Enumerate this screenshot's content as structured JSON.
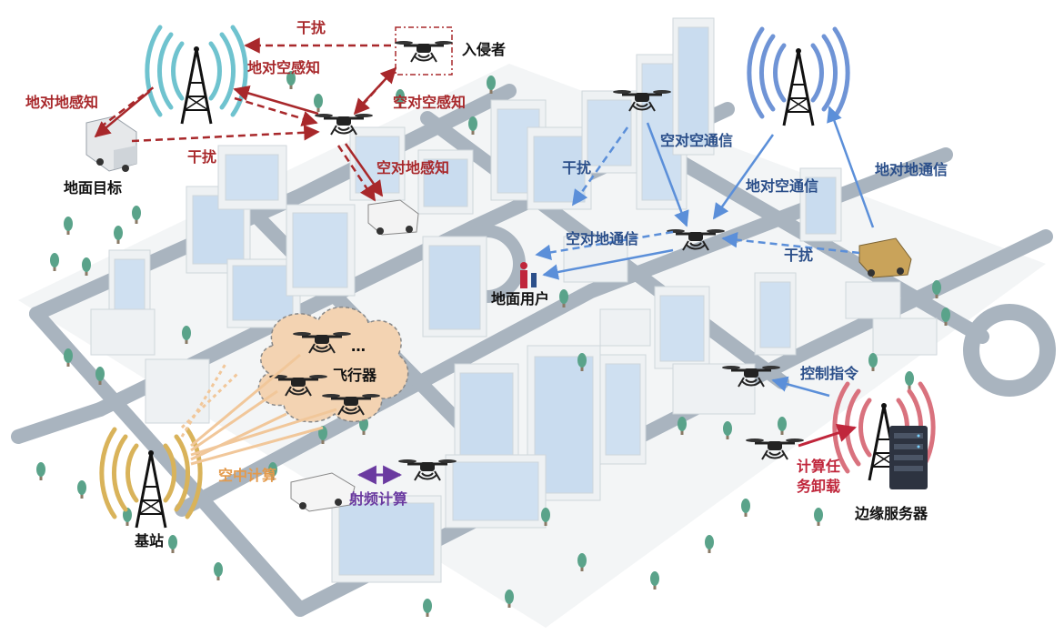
{
  "labels": {
    "interference_top": "干扰",
    "intruder": "入侵者",
    "ground_to_ground_sensing": "地对地感知",
    "air_to_ground_sensing_top": "地对空感知",
    "air_to_air_sensing": "空对空感知",
    "interference_left": "干扰",
    "ground_target": "地面目标",
    "air_to_ground_sensing": "空对地感知",
    "air_to_air_comm": "空对空通信",
    "interference_mid": "干扰",
    "ground_to_air_comm": "地对空通信",
    "ground_to_ground_comm": "地对地通信",
    "air_to_ground_comm": "空对地通信",
    "interference_right": "干扰",
    "ground_user": "地面用户",
    "ellipsis": "…",
    "aircraft": "飞行器",
    "control_command": "控制指令",
    "air_computing": "空中计算",
    "rf_computing": "射频计算",
    "base_station": "基站",
    "task_offload_line1": "计算任",
    "task_offload_line2": "务卸载",
    "edge_server": "边缘服务器"
  },
  "colors": {
    "sensing_red": "#a8282b",
    "comm_blue": "#5b8fd9",
    "label_blue": "#2b4f8a",
    "air_compute_orange": "#e39a4c",
    "rf_purple": "#6a3aa0",
    "offload_pink": "#c0263b",
    "tower_teal": "#6fc3cf",
    "tower_blue": "#6f94d6",
    "tower_gold": "#d9b35a",
    "tower_red": "#d9727e",
    "road": "#a9b4bf",
    "block": "#eef1f3"
  },
  "icons": [
    "tower-icon",
    "drone-icon",
    "truck-icon",
    "car-icon",
    "server-icon",
    "person-icon",
    "tree-icon",
    "building-icon"
  ]
}
